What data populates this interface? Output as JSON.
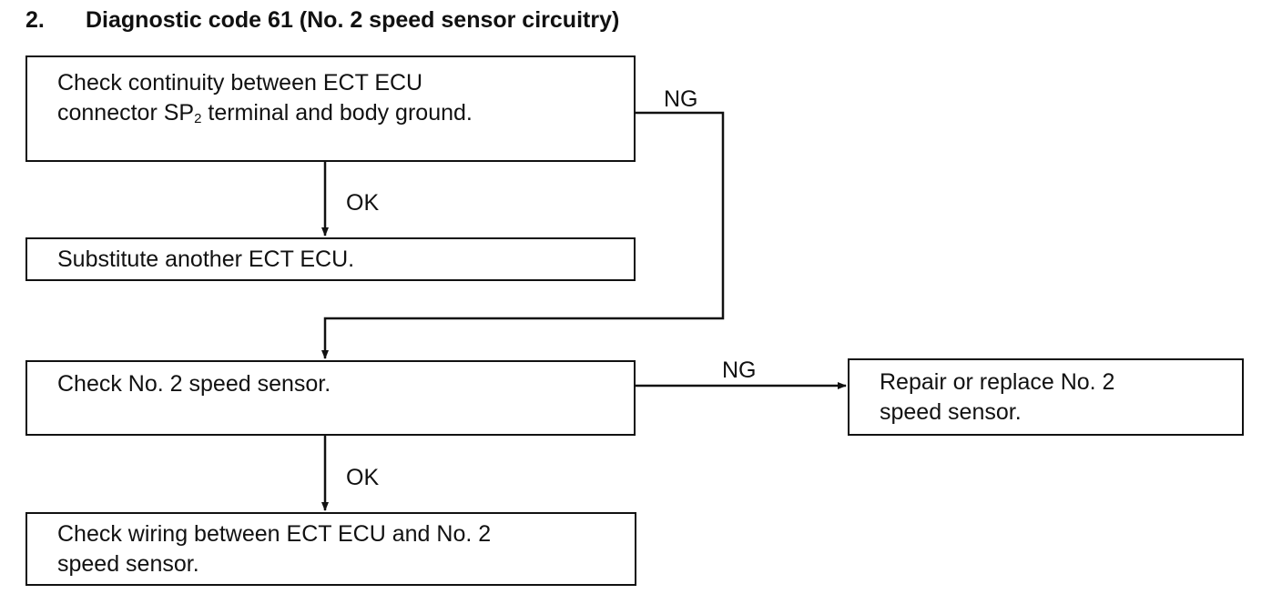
{
  "title": {
    "number": "2.",
    "text": "Diagnostic code 61 (No. 2 speed sensor circuitry)"
  },
  "steps": {
    "check_continuity": {
      "line1": "Check continuity between ECT ECU",
      "line2_prefix": "connector SP",
      "line2_sub": "2",
      "line2_suffix": " terminal and body ground."
    },
    "substitute_ecu": {
      "text": "Substitute another ECT ECU."
    },
    "check_sensor": {
      "text": "Check No. 2 speed sensor."
    },
    "repair_sensor": {
      "line1": "Repair or replace No. 2",
      "line2": "speed sensor."
    },
    "check_wiring": {
      "line1": "Check wiring between ECT ECU and No. 2",
      "line2": "speed sensor."
    }
  },
  "labels": {
    "ng_continuity": "NG",
    "ok_continuity": "OK",
    "ng_sensor": "NG",
    "ok_sensor": "OK"
  }
}
